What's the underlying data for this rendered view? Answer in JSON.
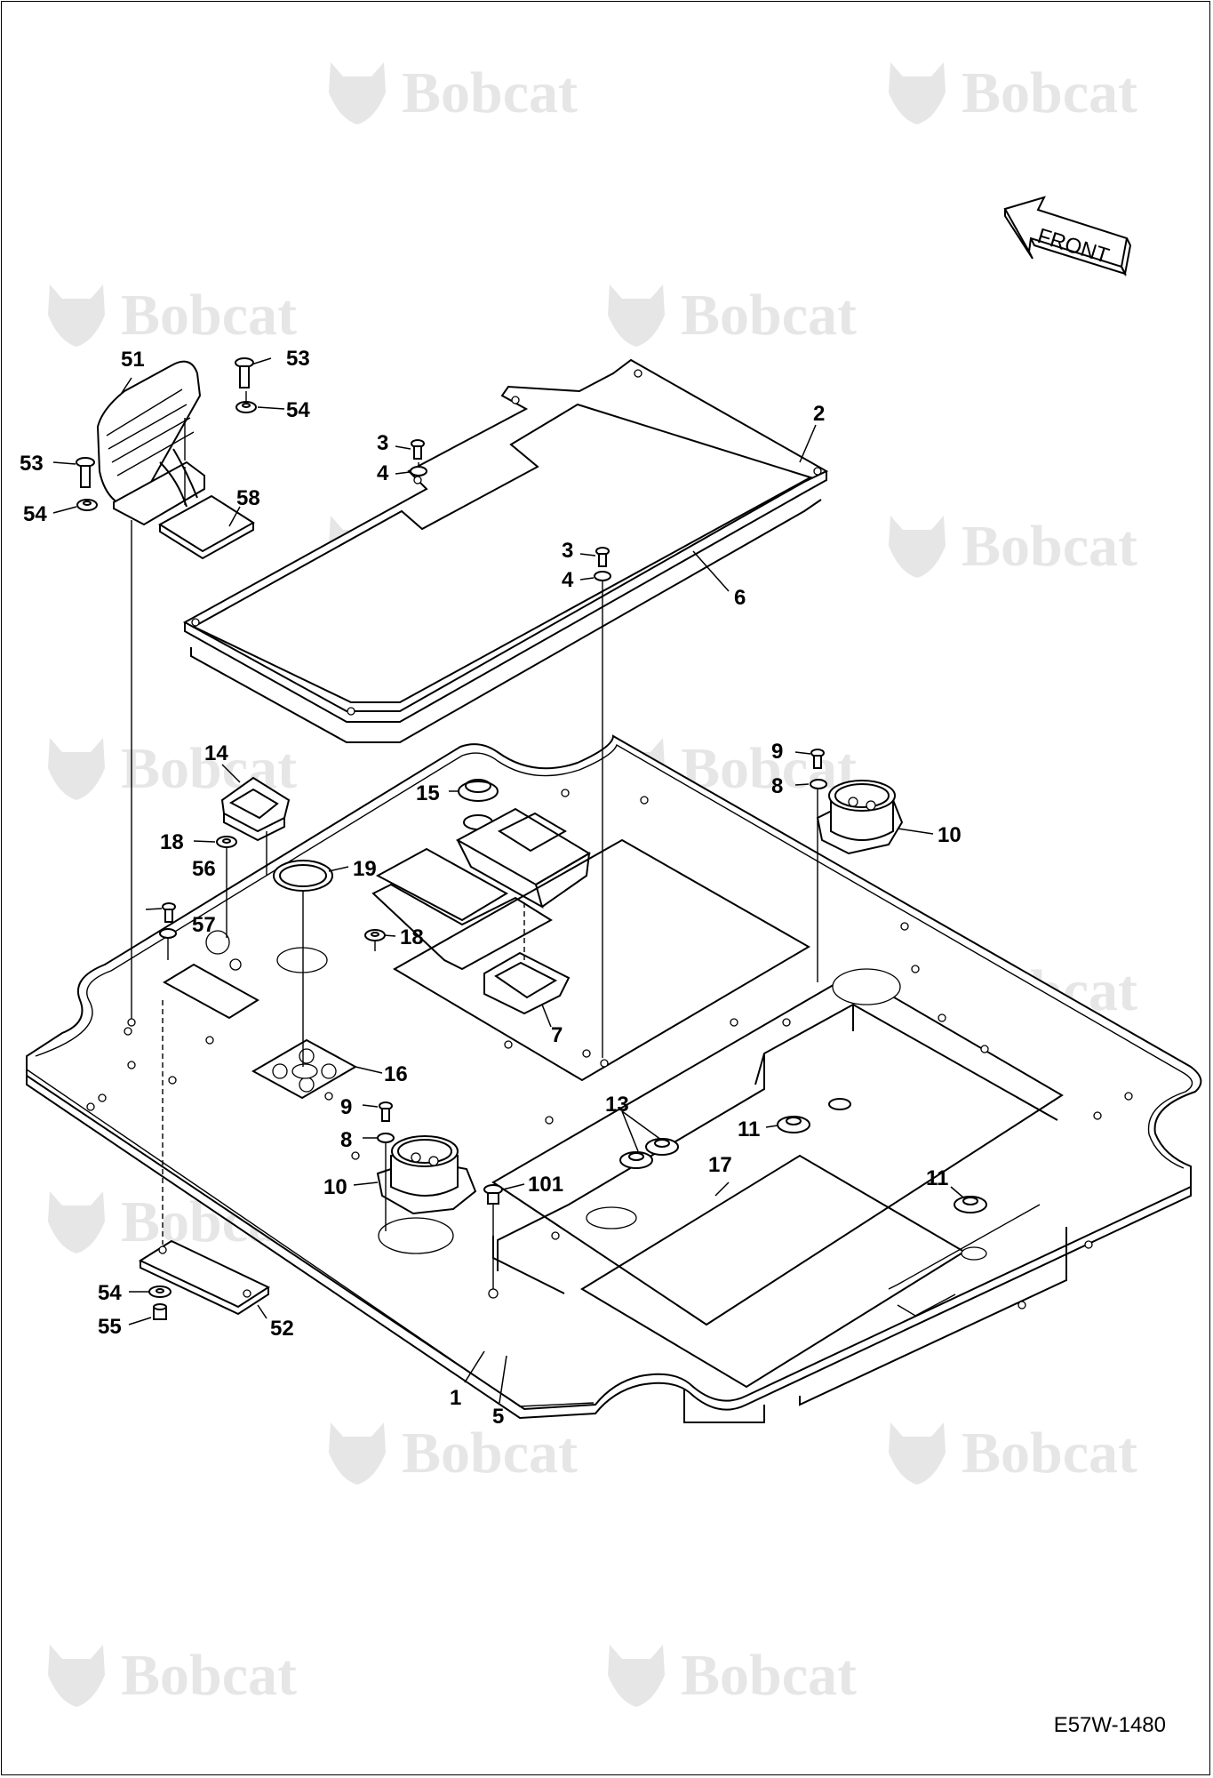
{
  "watermark": {
    "brand": "Bobcat",
    "icon": "bobcat-logo-icon"
  },
  "orientation": {
    "label": "FRONT",
    "icon": "front-arrow-icon"
  },
  "figure_code": "E57W-1480",
  "callouts": [
    {
      "id": "c51",
      "label": "51"
    },
    {
      "id": "c53a",
      "label": "53"
    },
    {
      "id": "c54a",
      "label": "54"
    },
    {
      "id": "c53b",
      "label": "53"
    },
    {
      "id": "c54b",
      "label": "54"
    },
    {
      "id": "c58",
      "label": "58"
    },
    {
      "id": "c3a",
      "label": "3"
    },
    {
      "id": "c4a",
      "label": "4"
    },
    {
      "id": "c2",
      "label": "2"
    },
    {
      "id": "c3b",
      "label": "3"
    },
    {
      "id": "c4b",
      "label": "4"
    },
    {
      "id": "c6",
      "label": "6"
    },
    {
      "id": "c14",
      "label": "14"
    },
    {
      "id": "c15",
      "label": "15"
    },
    {
      "id": "c9a",
      "label": "9"
    },
    {
      "id": "c8a",
      "label": "8"
    },
    {
      "id": "c10a",
      "label": "10"
    },
    {
      "id": "c18a",
      "label": "18"
    },
    {
      "id": "c56",
      "label": "56"
    },
    {
      "id": "c19",
      "label": "19"
    },
    {
      "id": "c57",
      "label": "57"
    },
    {
      "id": "c18b",
      "label": "18"
    },
    {
      "id": "c7",
      "label": "7"
    },
    {
      "id": "c16",
      "label": "16"
    },
    {
      "id": "c9b",
      "label": "9"
    },
    {
      "id": "c13",
      "label": "13"
    },
    {
      "id": "c11a",
      "label": "11"
    },
    {
      "id": "c8b",
      "label": "8"
    },
    {
      "id": "c17",
      "label": "17"
    },
    {
      "id": "c10b",
      "label": "10"
    },
    {
      "id": "c101",
      "label": "101"
    },
    {
      "id": "c11b",
      "label": "11"
    },
    {
      "id": "c54c",
      "label": "54"
    },
    {
      "id": "c55",
      "label": "55"
    },
    {
      "id": "c52",
      "label": "52"
    },
    {
      "id": "c1",
      "label": "1"
    },
    {
      "id": "c5",
      "label": "5"
    }
  ]
}
